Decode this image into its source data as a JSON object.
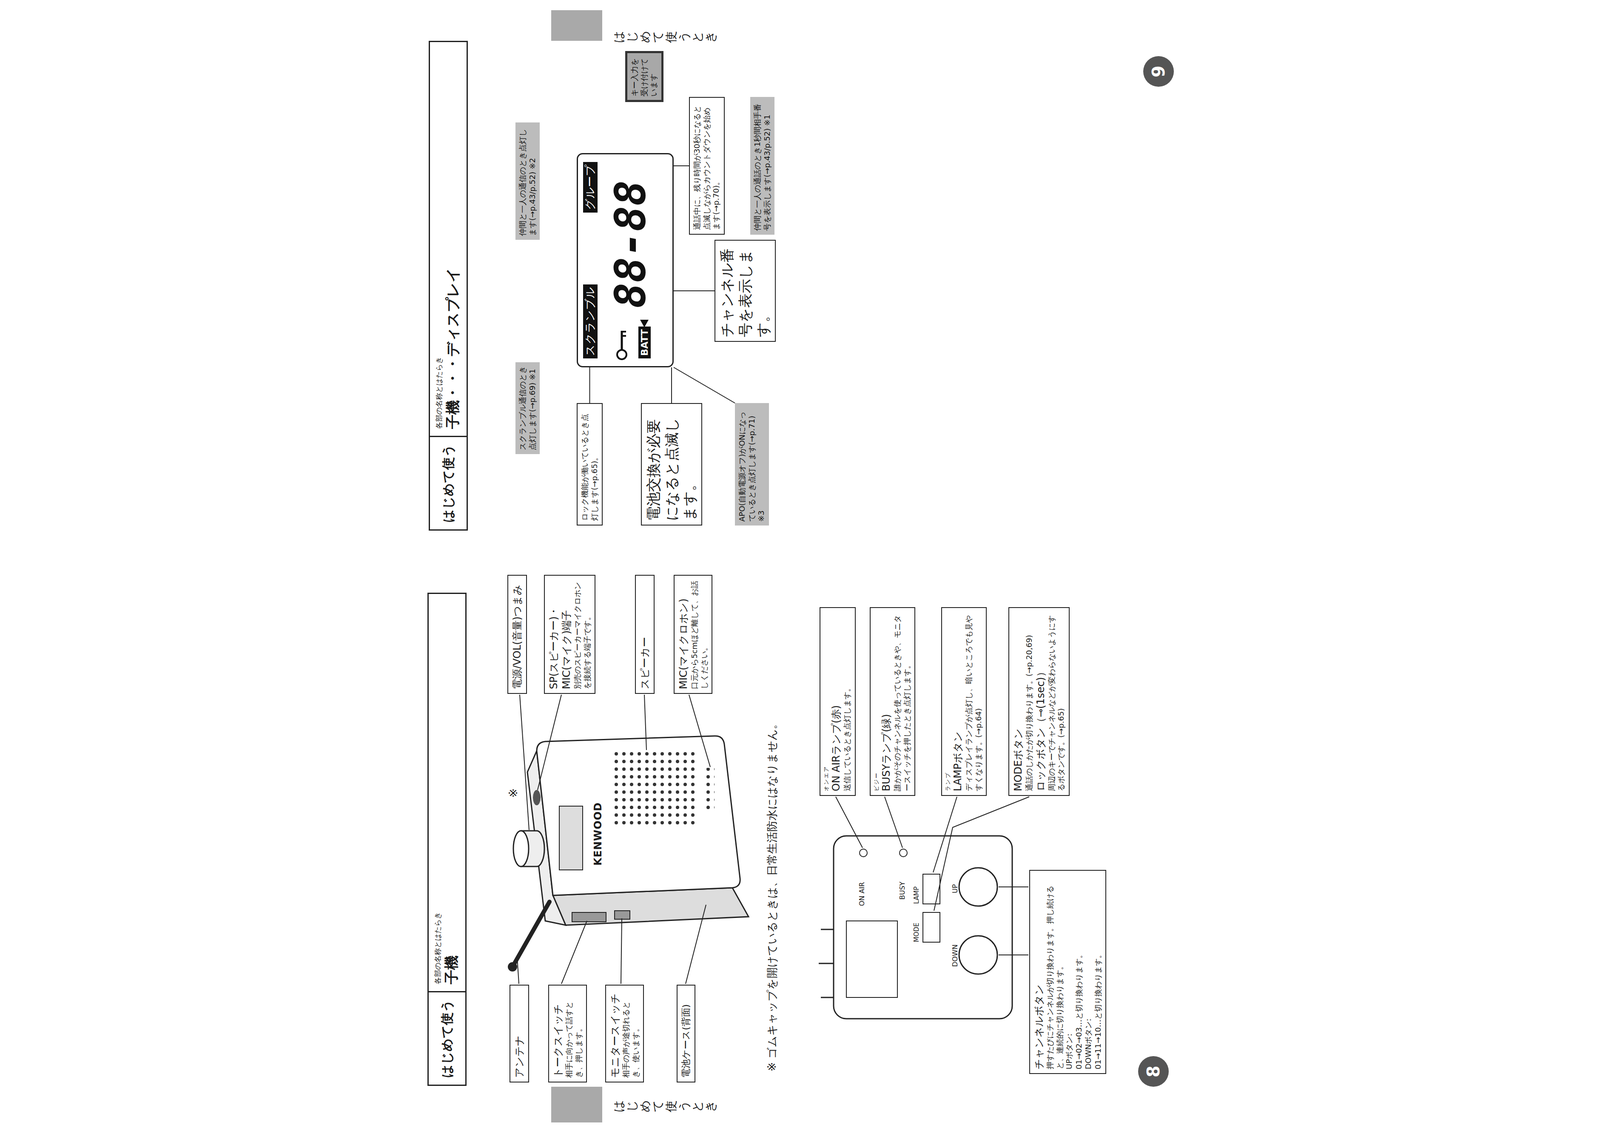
{
  "diagram": {
    "nodes": [
      {
        "text": [
          "はじめて使う",
          "各部の名称とはたらき",
          "子機"
        ]
      },
      {
        "text": [
          "アンテナ"
        ]
      },
      {
        "text": [
          "トークスイッチ",
          "相手に向かって話すとき、押します。"
        ]
      },
      {
        "text": [
          "モニタースイッチ",
          "相手の声が途切れるとき、使います。"
        ]
      },
      {
        "text": [
          "電池ケース(背面)"
        ]
      },
      {
        "text": [
          "電源/VOL(音量)つまみ"
        ]
      },
      {
        "text": [
          "SP(スピーカー)・MIC(マイク)端子",
          "別売のスピーカーマイクロホンを接続する端子です。"
        ]
      },
      {
        "text": [
          "スピーカー"
        ]
      },
      {
        "text": [
          "MIC(マイクロホン)",
          "口元から5cmほど離して、お話しください。"
        ]
      },
      {
        "text": [
          "オンエア",
          "ON AIRランプ(赤)",
          "送信しているとき点灯します。"
        ]
      },
      {
        "text": [
          "ビジー",
          "BUSYランプ(緑)",
          "誰かがそのチャンネルを使っているときや、モニタースイッチを押したとき点灯します。"
        ]
      },
      {
        "text": [
          "ランプ",
          "LAMPボタン",
          "ディスプレイランプが点灯し、暗いところでも見やすくなります。(→p.64)"
        ]
      },
      {
        "text": [
          "MODEボタン",
          "通話のしかたが切り換わります。(→p.20,69)",
          "ロックボタン（⊸(1sec)）",
          "周辺のキーでチャンネルなどが変わらないようにするボタンです。(→p.65)"
        ]
      },
      {
        "text": [
          "チャンネルボタン",
          "押すたびにチャンネルが切り換わります。押し続けると、連続的に切り換わります。",
          "UPボタン:",
          "01→02→03…と切り換わります。",
          "DOWNボタン:",
          "01→11→10…と切り換わります。"
        ]
      },
      {
        "text": [
          "8"
        ]
      },
      {
        "text": [
          "はじめて使う",
          "各部の名称とはたらき",
          "子機・・・ディスプレイ"
        ]
      },
      {
        "text": [
          "スクランブル",
          "グループ",
          "BATT",
          "88-88"
        ]
      },
      {
        "text": [
          "スクランブル通信のとき点灯します(→p.69) ※1"
        ]
      },
      {
        "text": [
          "仲間と一人の通信のとき点灯します(→p.43/p.52) ※2"
        ]
      },
      {
        "text": [
          "キー入力を受け付けています"
        ]
      },
      {
        "text": [
          "通話中に、残り時間が30秒になると点滅しながらカウントダウンを始めます(→p.70)。"
        ]
      },
      {
        "text": [
          "仲間と一人の通話のとき1秒間相手番号を表示します(→p.43/p.52) ※1"
        ]
      },
      {
        "text": [
          "チャンネル番号を表示します。"
        ]
      },
      {
        "text": [
          "ロック機能が働いているとき点灯します(→p.65)。"
        ]
      },
      {
        "text": [
          "電池交換が必要になると点滅します。"
        ]
      },
      {
        "text": [
          "APO(自動電源オフ)がONになっているとき点灯します(→p.71) ※3"
        ]
      },
      {
        "text": [
          "9"
        ]
      }
    ],
    "edges": [
      {
        "from": 20,
        "to": 16,
        "arrow": "none"
      },
      {
        "from": 22,
        "to": 16,
        "arrow": "none"
      },
      {
        "from": 23,
        "to": 16,
        "arrow": "none"
      },
      {
        "from": 24,
        "to": 16,
        "arrow": "none"
      },
      {
        "from": 25,
        "to": 16,
        "arrow": "none"
      }
    ],
    "labels": [
      "はじめて使うとき",
      "※",
      "KENWOOD",
      "※ ゴムキャップを開けているときは、日常生活防水にはなりません。",
      "ON AIR",
      "BUSY",
      "MODE",
      "LAMP",
      "UP",
      "DOWN",
      "はじめて使うとき"
    ]
  }
}
